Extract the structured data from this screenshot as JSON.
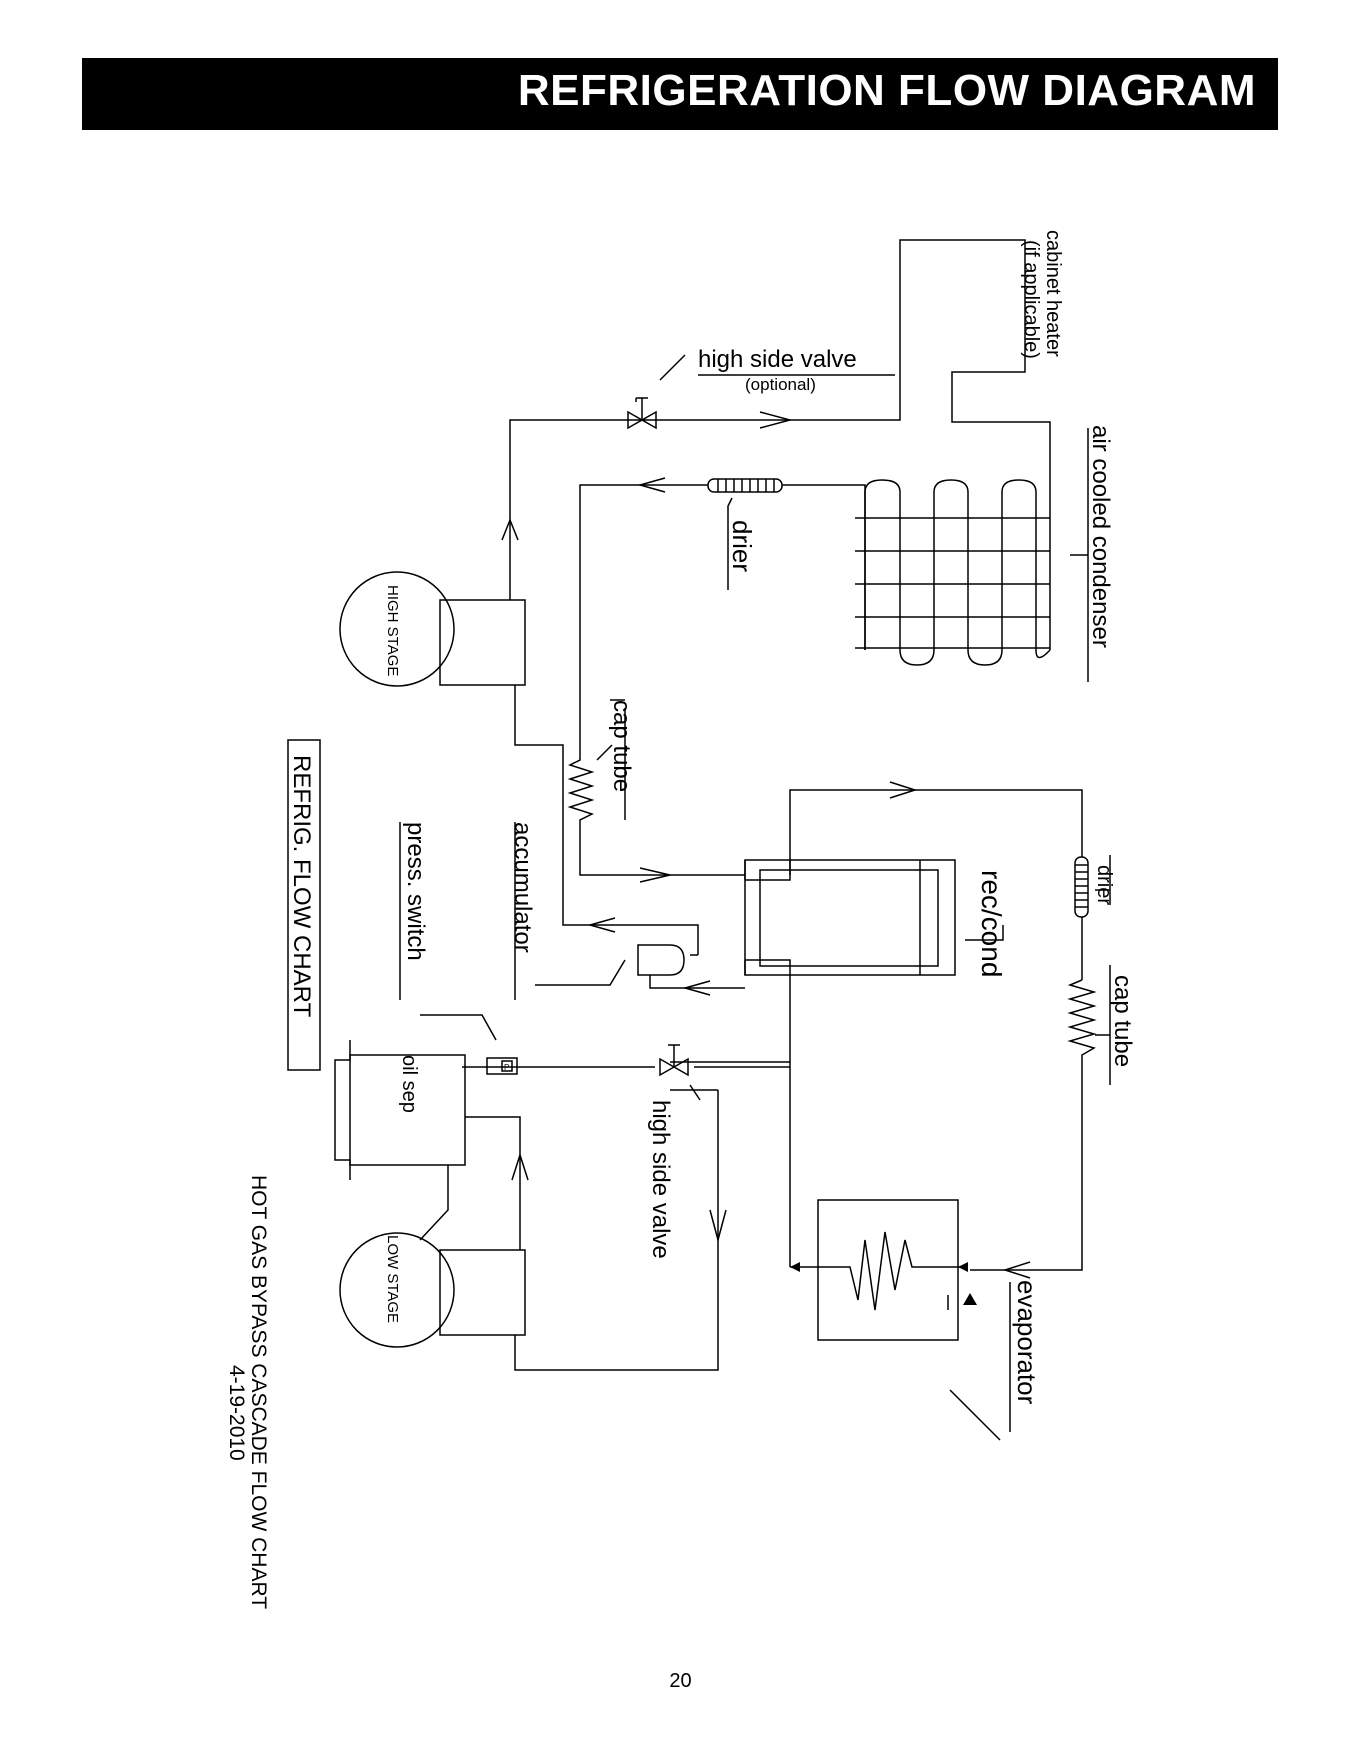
{
  "header": {
    "title": "REFRIGERATION FLOW DIAGRAM"
  },
  "diagram": {
    "labels": {
      "cabinet_heater": "cabinet heater",
      "if_applicable": "(if applicable)",
      "high_side_valve_top": "high side valve",
      "optional": "(optional)",
      "air_cooled_condenser": "air cooled condenser",
      "drier_top": "drier",
      "high_stage": "HIGH STAGE",
      "cap_tube_top": "cap tube",
      "accumulator": "accumulator",
      "rec_cond": "rec/cond",
      "drier_right": "drier",
      "cap_tube_right": "cap tube",
      "press_switch": "press. switch",
      "refrig_flow_chart": "REFRIG. FLOW CHART",
      "oil_sep": "oil sep",
      "high_side_valve_bottom": "high side valve",
      "low_stage": "LOW STAGE",
      "evaporator": "evaporator",
      "caption": "HOT GAS BYPASS CASCADE FLOW CHART",
      "date": "4-19-2010",
      "switch_letter": "P"
    }
  },
  "footer": {
    "page_number": "20"
  }
}
